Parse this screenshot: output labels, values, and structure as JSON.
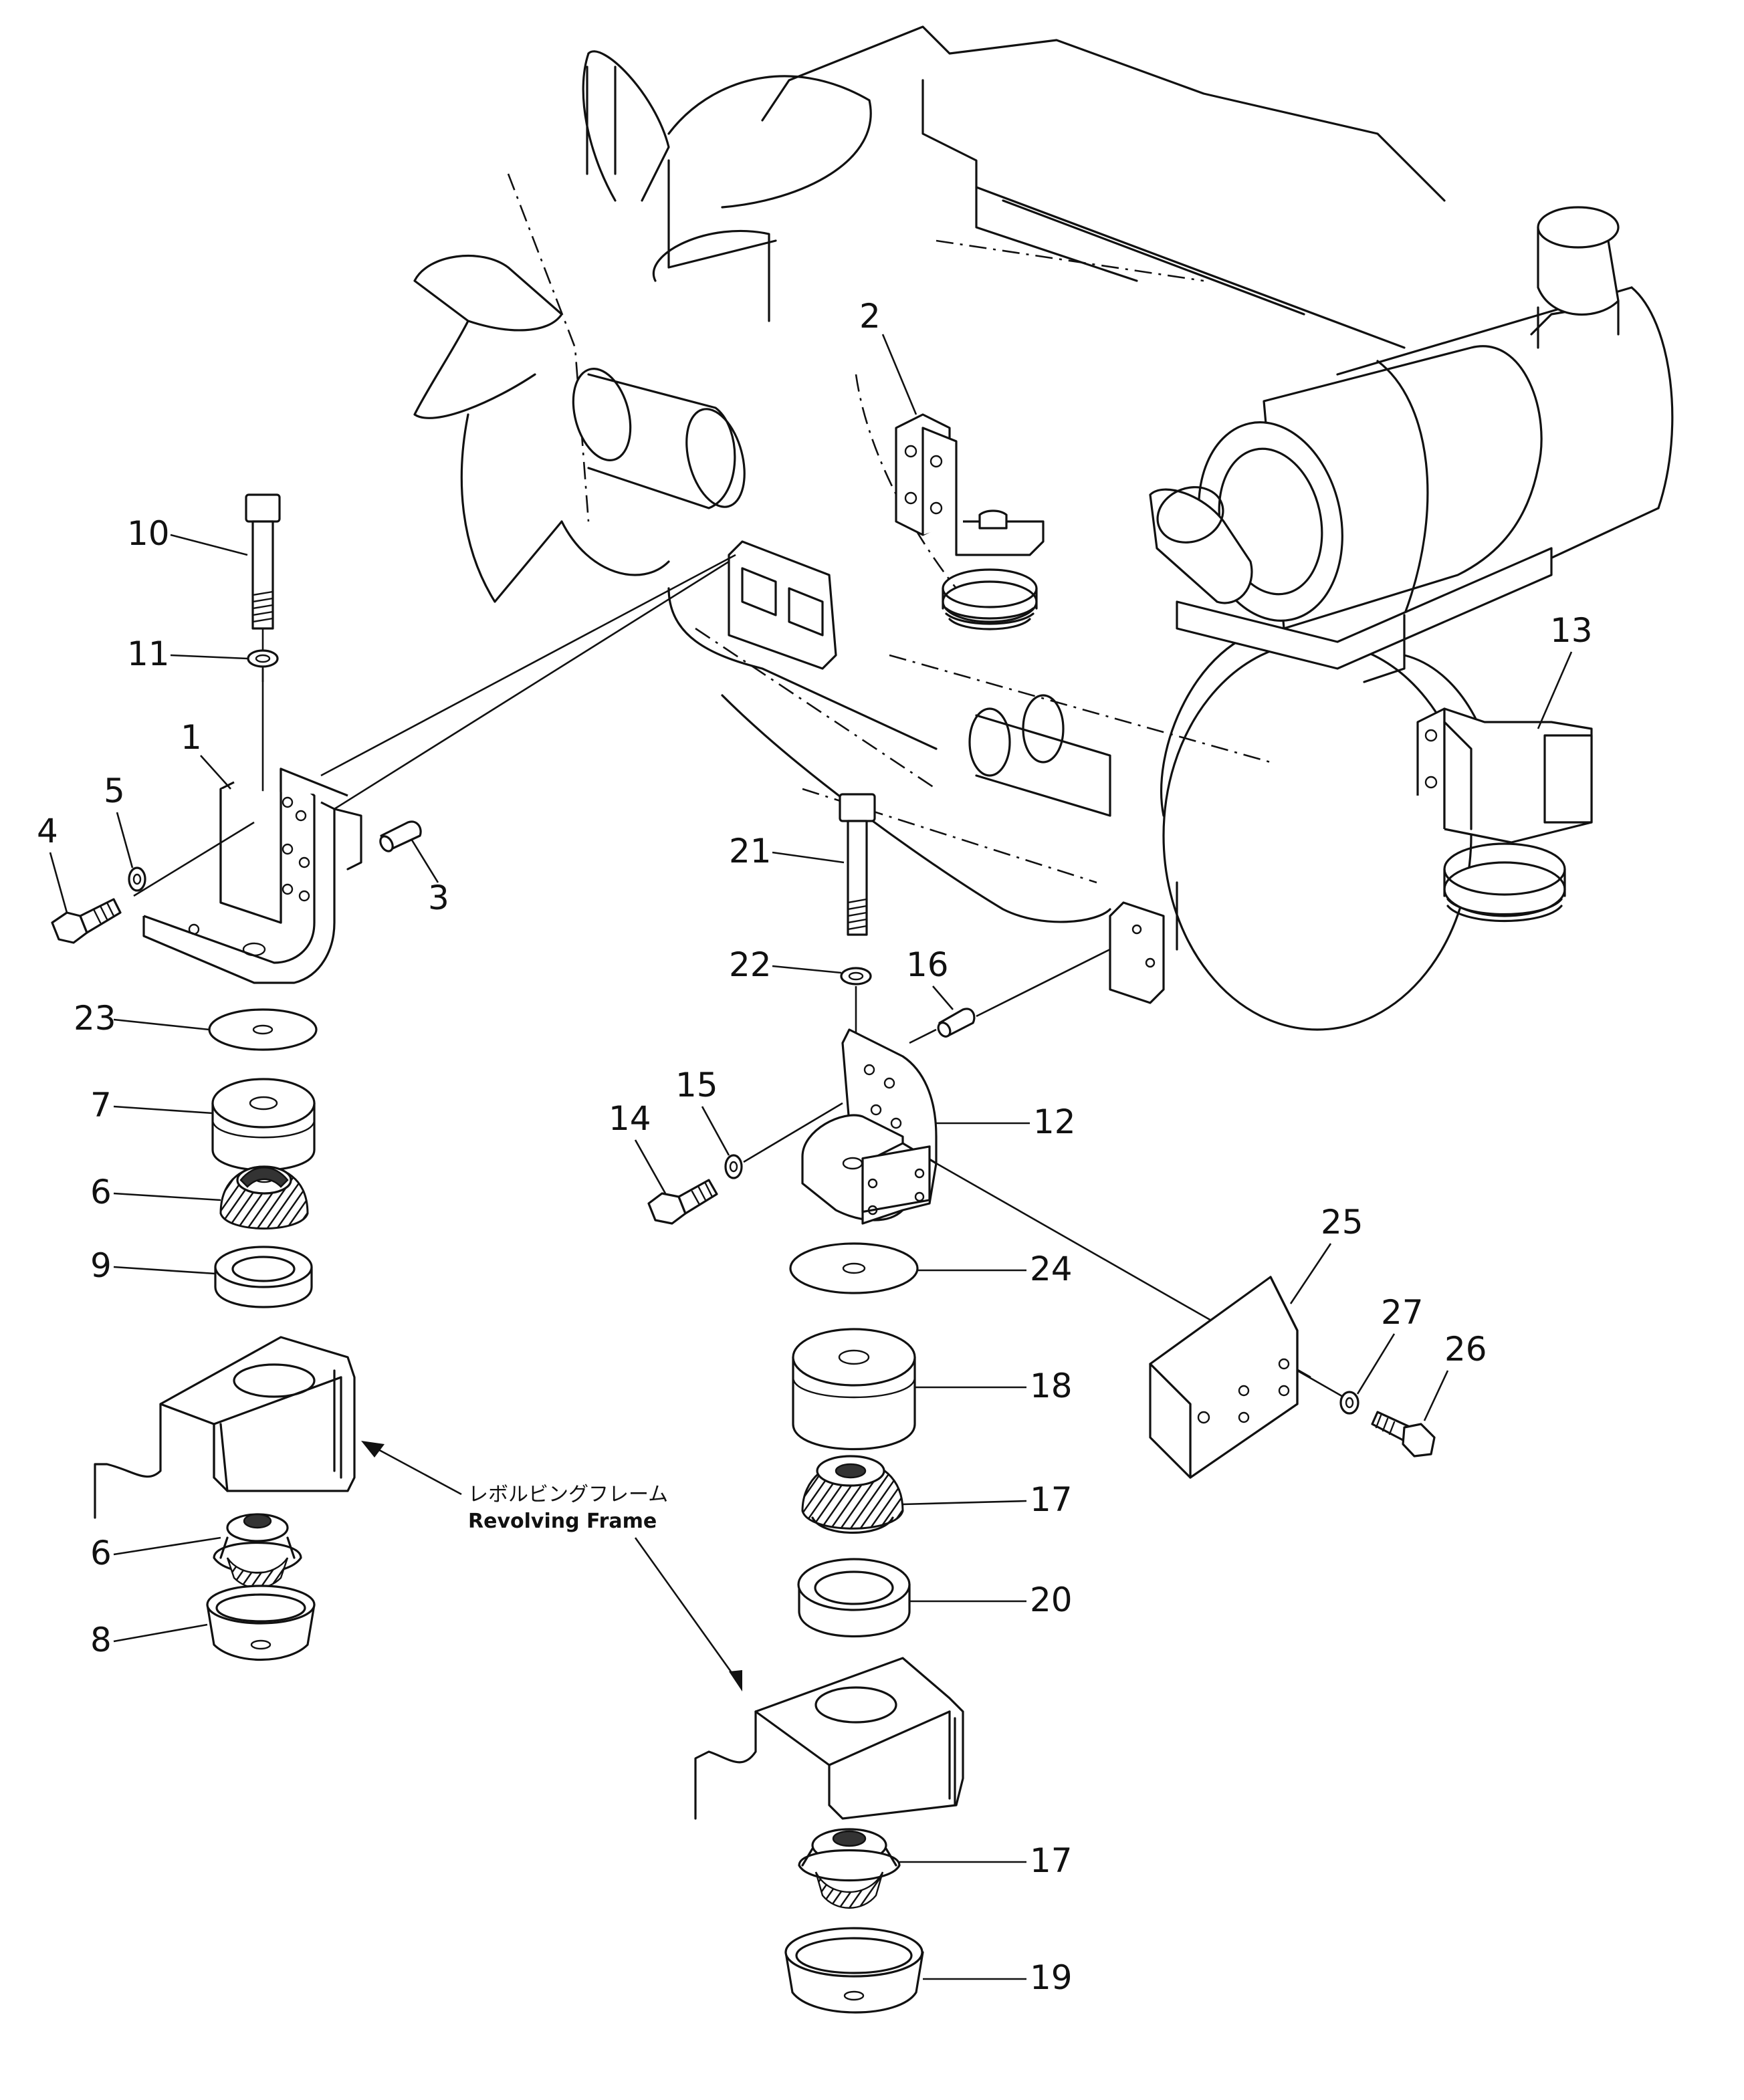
{
  "callouts": [
    "1",
    "2",
    "3",
    "4",
    "5",
    "6",
    "6",
    "7",
    "8",
    "9",
    "10",
    "11",
    "12",
    "13",
    "14",
    "15",
    "16",
    "17",
    "17",
    "18",
    "19",
    "20",
    "21",
    "22",
    "23",
    "24",
    "25",
    "26",
    "27"
  ],
  "frame_label": {
    "jp": "レボルビングフレーム",
    "en": "Revolving Frame"
  }
}
